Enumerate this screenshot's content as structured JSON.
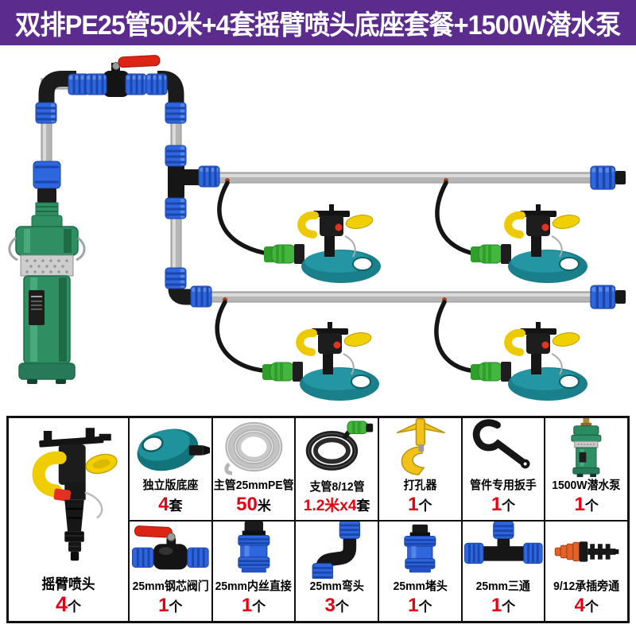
{
  "title": "双排PE25管50米+4套摇臂喷头底座套餐+1500W潜水泵",
  "colors": {
    "header_bg": "#5b2b8e",
    "accent_red": "#e60012",
    "fitting_blue": "#2e66de",
    "pipe_gray": "#b5b5b5",
    "pump_green": "#2f8f63",
    "base_teal": "#1f8390",
    "arm_yellow": "#f0cf00",
    "connector_green": "#43b73d",
    "valve_red": "#dd2515"
  },
  "featured": {
    "label": "摇臂喷头",
    "qty": "4",
    "unit": "个",
    "icon": "impact-sprinkler-icon"
  },
  "row1": [
    {
      "label": "独立版底座",
      "qty": "4",
      "unit": "套",
      "icon": "sprinkler-base-icon"
    },
    {
      "label": "主管25mmPE管",
      "qty": "50",
      "unit": "米",
      "icon": "pe-pipe-coil-icon"
    },
    {
      "label": "支管8/12管",
      "qty": "1.2米x4",
      "unit": "套",
      "icon": "branch-hose-coil-icon"
    },
    {
      "label": "打孔器",
      "qty": "1",
      "unit": "个",
      "icon": "hole-punch-icon"
    },
    {
      "label": "管件专用扳手",
      "qty": "1",
      "unit": "个",
      "icon": "pipe-wrench-icon"
    },
    {
      "label": "1500W潜水泵",
      "qty": "1",
      "unit": "个",
      "icon": "submersible-pump-icon"
    }
  ],
  "row2": [
    {
      "label": "25mm钢芯阀门",
      "qty": "1",
      "unit": "个",
      "icon": "ball-valve-icon"
    },
    {
      "label": "25mm内丝直接",
      "qty": "1",
      "unit": "个",
      "icon": "female-coupling-icon"
    },
    {
      "label": "25mm弯头",
      "qty": "3",
      "unit": "个",
      "icon": "elbow-fitting-icon"
    },
    {
      "label": "25mm堵头",
      "qty": "1",
      "unit": "个",
      "icon": "end-plug-icon"
    },
    {
      "label": "25mm三通",
      "qty": "1",
      "unit": "个",
      "icon": "tee-fitting-icon"
    },
    {
      "label": "9/12承插旁通",
      "qty": "4",
      "unit": "个",
      "icon": "bypass-barb-icon"
    }
  ],
  "diagram": {
    "description": "irrigation assembly: submersible pump, valve, two pipe runs, four sprinklers on bases",
    "sprinkler_count": 4
  }
}
